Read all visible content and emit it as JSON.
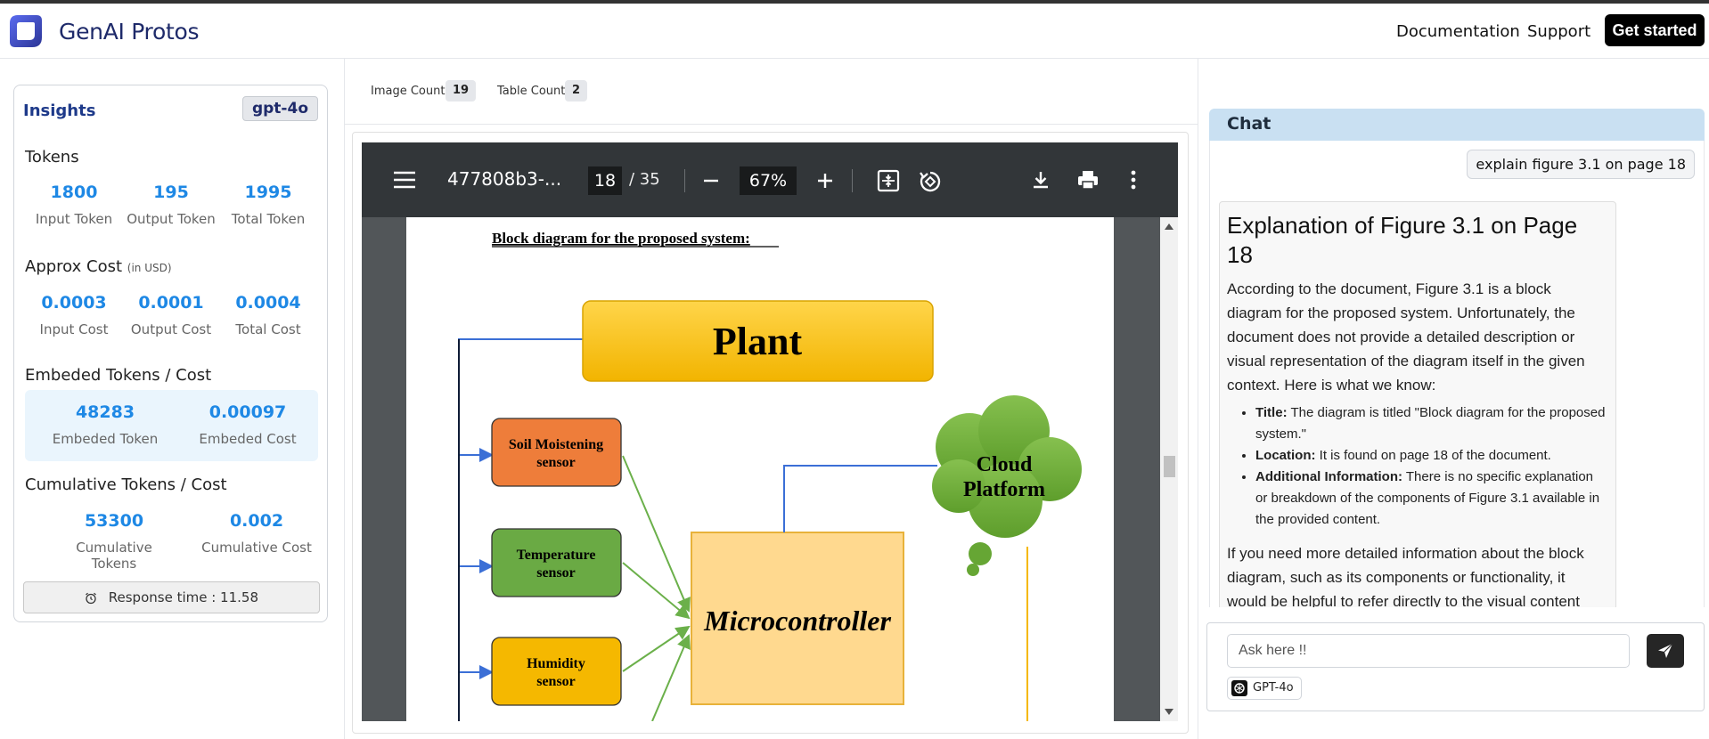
{
  "header": {
    "brand": "GenAI Protos",
    "nav": {
      "documentation": "Documentation",
      "support": "Support",
      "get_started": "Get started"
    }
  },
  "insights": {
    "title": "Insights",
    "model": "gpt-4o",
    "tokens": {
      "title": "Tokens",
      "input": {
        "value": "1800",
        "label": "Input Token"
      },
      "output": {
        "value": "195",
        "label": "Output Token"
      },
      "total": {
        "value": "1995",
        "label": "Total Token"
      }
    },
    "cost": {
      "title": "Approx Cost",
      "unit": "(in USD)",
      "input": {
        "value": "0.0003",
        "label": "Input Cost"
      },
      "output": {
        "value": "0.0001",
        "label": "Output Cost"
      },
      "total": {
        "value": "0.0004",
        "label": "Total Cost"
      }
    },
    "embed": {
      "title": "Embeded Tokens / Cost",
      "tokens": {
        "value": "48283",
        "label": "Embeded Token"
      },
      "cost": {
        "value": "0.00097",
        "label": "Embeded Cost"
      }
    },
    "cumulative": {
      "title": "Cumulative Tokens / Cost",
      "tokens": {
        "value": "53300",
        "label": "Cumulative Tokens"
      },
      "cost": {
        "value": "0.002",
        "label": "Cumulative Cost"
      }
    },
    "response_time": "Response time : 11.58"
  },
  "counts": {
    "image_label": "Image Count:",
    "image_value": "19",
    "table_label": "Table Count:",
    "table_value": "2"
  },
  "pdf": {
    "doc_name": "477808b3-...",
    "page": "18",
    "total": "/ 35",
    "zoom": "67%",
    "page_content": {
      "heading": "Block diagram for the proposed system:",
      "plant": "Plant",
      "soil": [
        "Soil Moistening",
        "sensor"
      ],
      "temperature": [
        "Temperature",
        "sensor"
      ],
      "humidity": [
        "Humidity",
        "sensor"
      ],
      "cloud": [
        "Cloud",
        "Platform"
      ],
      "micro": "Microcontroller"
    }
  },
  "chat": {
    "title": "Chat",
    "user_message": "explain figure 3.1 on page 18",
    "bot": {
      "heading": "Explanation of Figure 3.1 on Page 18",
      "intro": "According to the document, Figure 3.1 is a block diagram for the proposed system. Unfortunately, the document does not provide a detailed description or visual representation of the diagram itself in the given context. Here is what we know:",
      "bullets": [
        {
          "label": "Title:",
          "text": " The diagram is titled \"Block diagram for the proposed system.\""
        },
        {
          "label": "Location:",
          "text": " It is found on page 18 of the document."
        },
        {
          "label": "Additional Information:",
          "text": " There is no specific explanation or breakdown of the components of Figure 3.1 available in the provided content."
        }
      ],
      "outro": "If you need more detailed information about the block diagram, such as its components or functionality, it would be helpful to refer directly to the visual content"
    },
    "input_placeholder": "Ask here !!",
    "model_chip": "GPT-4o"
  }
}
